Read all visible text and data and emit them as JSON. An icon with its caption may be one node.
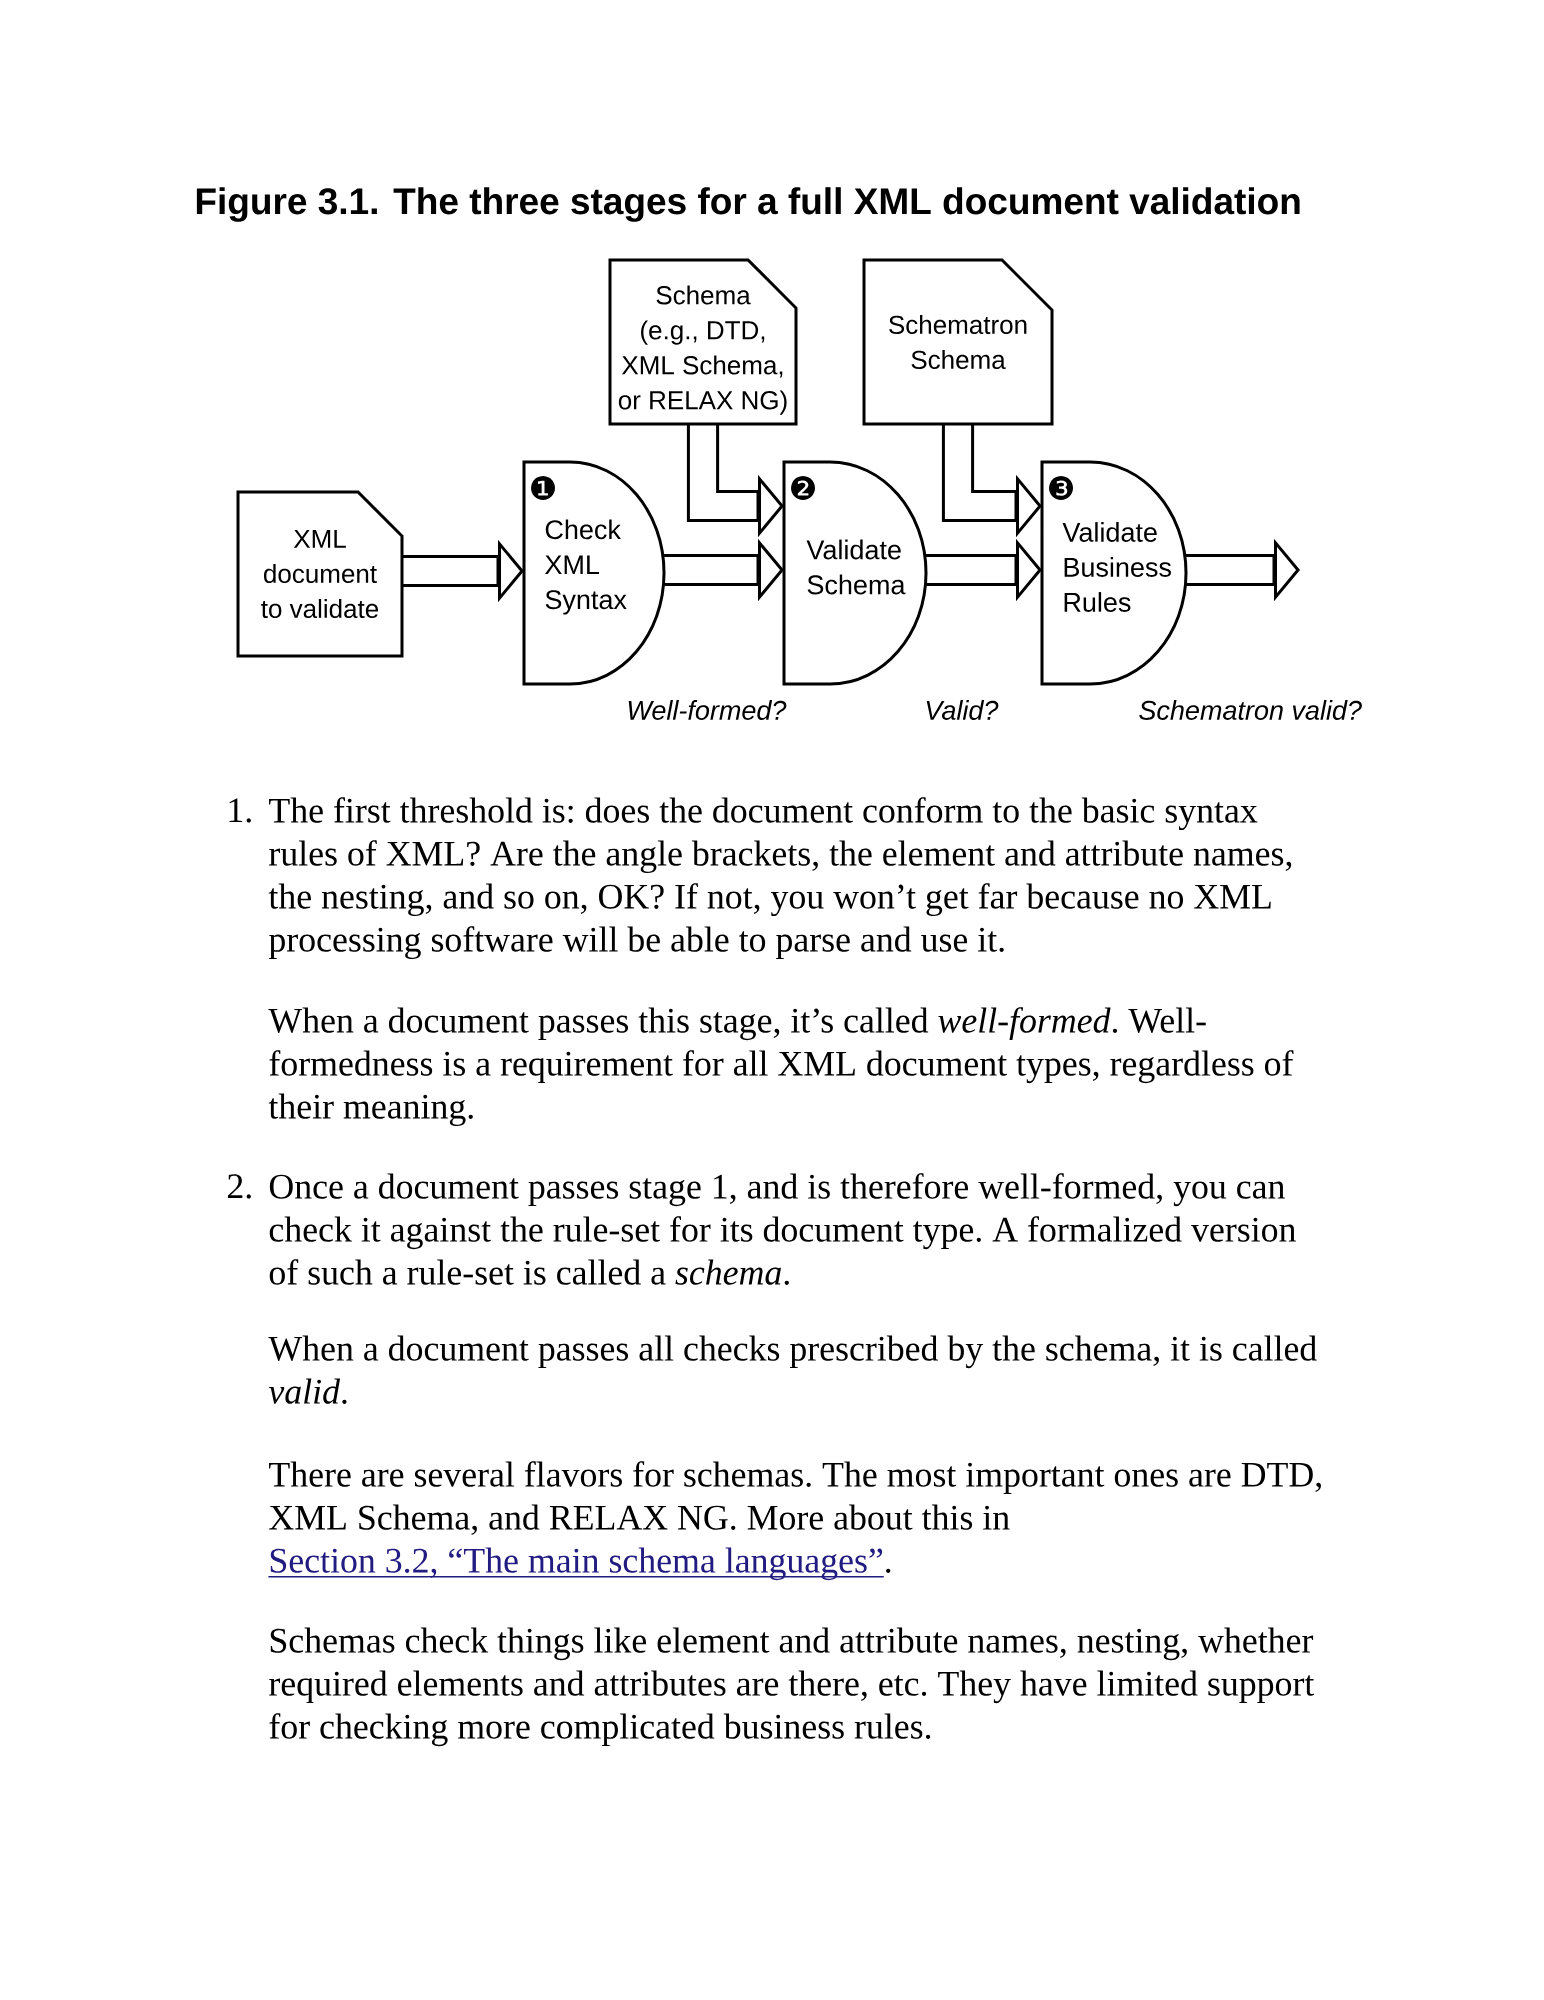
{
  "diagram": {
    "title": "Figure 3.1. The three stages for a full XML document validation",
    "nodes": [
      {
        "text": [
          "Schema (e.g., DTD, XML Schema, or RELAX NG)"
        ]
      },
      {
        "text": [
          "Schematron Schema"
        ]
      },
      {
        "text": [
          "XML document to validate"
        ]
      },
      {
        "text": [
          "Check XML Syntax"
        ],
        "beside": [
          "Well-formed?"
        ]
      },
      {
        "text": [
          "Validate Schema"
        ],
        "beside": [
          "Valid?"
        ]
      },
      {
        "text": [
          "Validate Business Rules"
        ],
        "beside": [
          "Schematron valid?"
        ]
      }
    ],
    "edges": [
      {
        "from": 2,
        "to": 3,
        "arrow": "to"
      },
      {
        "from": 3,
        "to": 4,
        "arrow": "to"
      },
      {
        "from": 0,
        "to": 4,
        "arrow": "to"
      },
      {
        "from": 4,
        "to": 5,
        "arrow": "to"
      },
      {
        "from": 1,
        "to": 5,
        "arrow": "to"
      },
      {
        "from": 5,
        "to": null,
        "arrow": "to"
      }
    ],
    "labels": [
      "❶",
      "❷",
      "❸",
      "1.",
      "The first threshold is: does the document conform to the basic syntax rules of XML? Are the angle brackets, the element and attribute names, the nesting, and so on, OK? If not, you won’t get far because no XML processing software will be able to parse and use it.",
      "When a document passes this stage, it’s called *well-formed*. Well-formedness is a requirement for all XML document types, regardless of their meaning.",
      "2.",
      "Once a document passes stage 1, and is therefore well-formed, you can check it against the rule-set for its document type. A formalized version of such a rule-set is called a *schema*.",
      "When a document passes all checks prescribed by the schema, it is called *valid*.",
      "There are several flavors for schemas. The most important ones are DTD, XML Schema, and RELAX NG. More about this in",
      "Section 3.2, “The main schema languages”",
      ".",
      "Schemas check things like element and attribute names, nesting, whether required elements and attributes are there, etc. They have limited support for checking more complicated business rules."
    ]
  }
}
